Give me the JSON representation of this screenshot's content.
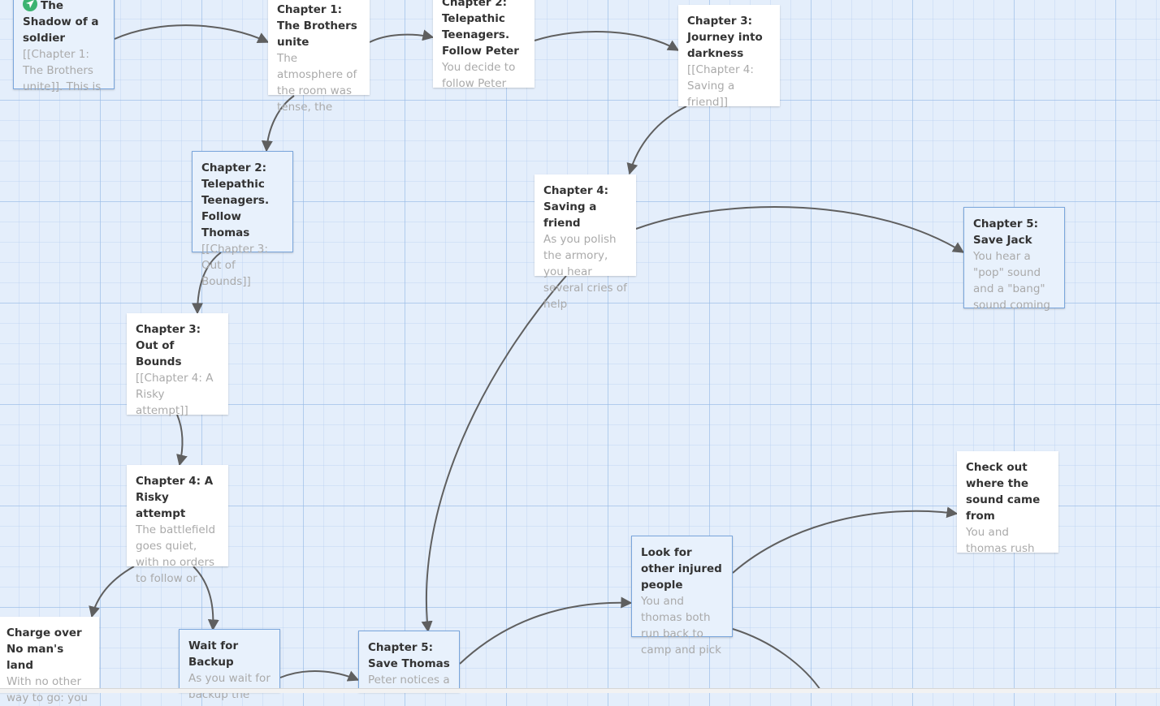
{
  "passages": [
    {
      "id": "p1",
      "title": "The Shadow of a soldier",
      "excerpt": "[[Chapter 1: The Brothers unite]]. This is",
      "start": true,
      "selected": true
    },
    {
      "id": "p2",
      "title": "Chapter 1: The Brothers unite",
      "excerpt": "The atmosphere of the room was tense, the",
      "start": false,
      "selected": false
    },
    {
      "id": "p3",
      "title": "Chapter 2: Telepathic Teenagers. Follow Peter",
      "excerpt": "You decide to follow Peter",
      "start": false,
      "selected": false
    },
    {
      "id": "p4",
      "title": "Chapter 3: Journey into darkness",
      "excerpt": "[[Chapter 4: Saving a friend]]",
      "start": false,
      "selected": false
    },
    {
      "id": "p5",
      "title": "Chapter 2: Telepathic Teenagers. Follow Thomas",
      "excerpt": "[[Chapter 3: Out of Bounds]]",
      "start": false,
      "selected": true
    },
    {
      "id": "p6",
      "title": "Chapter 4: Saving a friend",
      "excerpt": "As you polish the armory, you hear several cries of help",
      "start": false,
      "selected": false
    },
    {
      "id": "p7",
      "title": "Chapter 5: Save Jack",
      "excerpt": "You hear a \"pop\" sound and a \"bang\" sound coming",
      "start": false,
      "selected": true
    },
    {
      "id": "p8",
      "title": "Chapter 3: Out of Bounds",
      "excerpt": "[[Chapter 4: A Risky attempt]]",
      "start": false,
      "selected": false
    },
    {
      "id": "p9",
      "title": "Chapter 4: A Risky attempt",
      "excerpt": "The battlefield goes quiet, with no orders to follow or",
      "start": false,
      "selected": false
    },
    {
      "id": "p10",
      "title": "Check out where the sound came from",
      "excerpt": "You and thomas rush",
      "start": false,
      "selected": false
    },
    {
      "id": "p11",
      "title": "Look for other injured people",
      "excerpt": "You and thomas both run back to camp and pick",
      "start": false,
      "selected": true
    },
    {
      "id": "p12",
      "title": "Charge over No man's land",
      "excerpt": "With no other way to go: you",
      "start": false,
      "selected": false
    },
    {
      "id": "p13",
      "title": "Wait for Backup",
      "excerpt": "As you wait for backup the",
      "start": false,
      "selected": true
    },
    {
      "id": "p14",
      "title": "Chapter 5: Save Thomas",
      "excerpt": "Peter notices a",
      "start": false,
      "selected": true
    }
  ],
  "links": [
    {
      "from": "p1",
      "to": "p2"
    },
    {
      "from": "p2",
      "to": "p3"
    },
    {
      "from": "p3",
      "to": "p4"
    },
    {
      "from": "p2",
      "to": "p5"
    },
    {
      "from": "p4",
      "to": "p6"
    },
    {
      "from": "p5",
      "to": "p8"
    },
    {
      "from": "p6",
      "to": "p7"
    },
    {
      "from": "p6",
      "to": "p14"
    },
    {
      "from": "p8",
      "to": "p9"
    },
    {
      "from": "p9",
      "to": "p12"
    },
    {
      "from": "p9",
      "to": "p13"
    },
    {
      "from": "p13",
      "to": "p14"
    },
    {
      "from": "p14",
      "to": "p11"
    },
    {
      "from": "p11",
      "to": "p10"
    },
    {
      "from": "p11",
      "to": "offscreen"
    }
  ],
  "colors": {
    "grid_bg": "#e4eefb",
    "link": "#5f5f5f",
    "start_icon": "#3cb371",
    "selected_border": "#7aa6dc"
  },
  "icons": {
    "start": "rocket-icon"
  }
}
